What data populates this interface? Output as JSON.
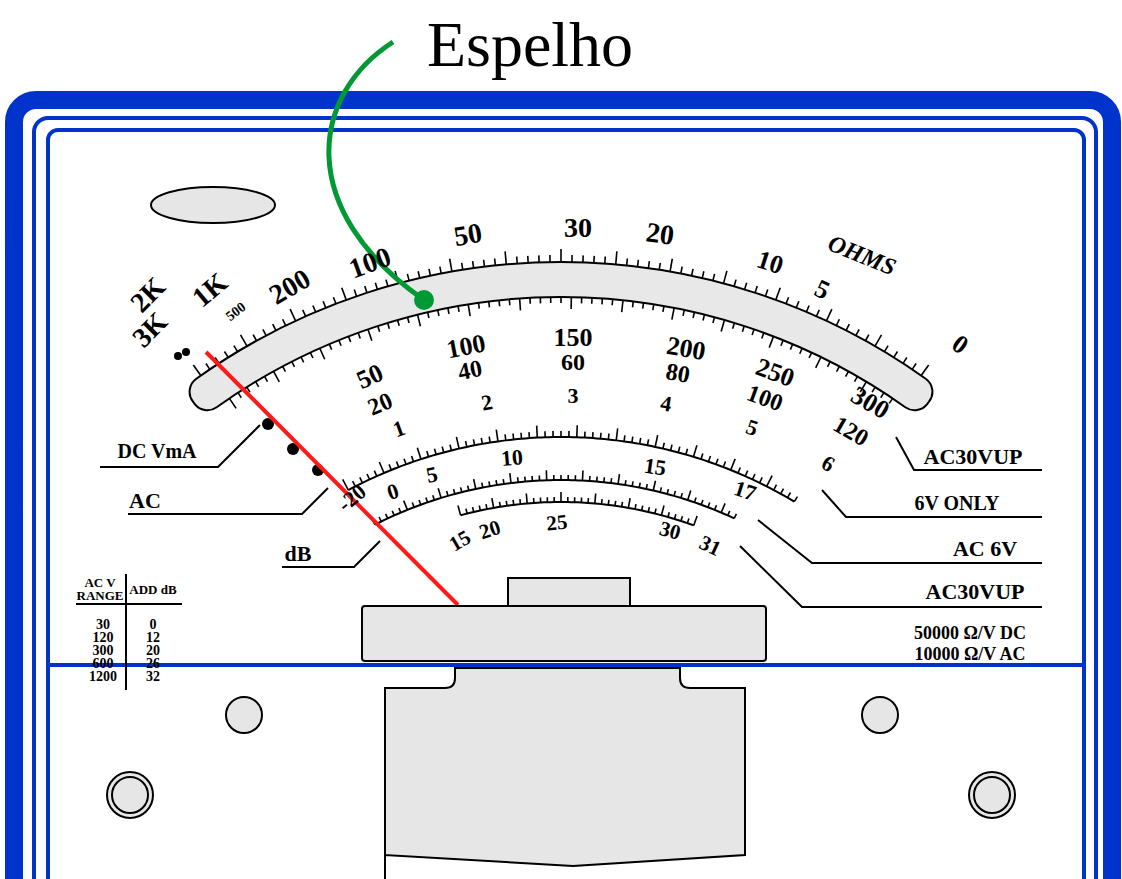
{
  "diagram": {
    "labels": [
      "Espelho",
      "2K",
      "3K",
      "1K",
      "500",
      "200",
      "100",
      "50",
      "30",
      "20",
      "10",
      "5",
      "0",
      "OHMS",
      "50",
      "100",
      "150",
      "200",
      "250",
      "300",
      "20",
      "40",
      "60",
      "80",
      "100",
      "120",
      "1",
      "2",
      "3",
      "4",
      "5",
      "6",
      "-20",
      "0",
      "5",
      "10",
      "15",
      "17",
      "15",
      "20",
      "25",
      "30",
      "31",
      "DC VmA",
      "AC",
      "dB",
      "AC30VUP",
      "6V ONLY",
      "AC 6V",
      "AC30VUP",
      "AC V RANGE",
      "ADD dB",
      "30",
      "120",
      "300",
      "600",
      "1200",
      "0",
      "12",
      "20",
      "26",
      "32",
      "50000 Ω/V DC",
      "10000 Ω/V AC"
    ]
  }
}
